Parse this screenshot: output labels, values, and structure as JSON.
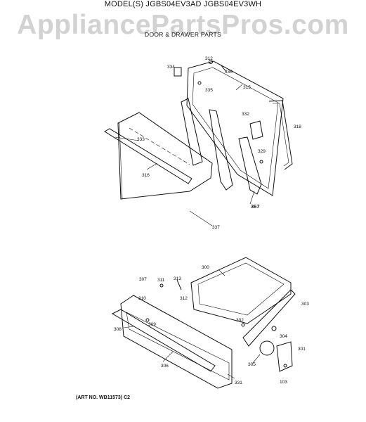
{
  "header": {
    "model_line": "MODEL(S) JGBS04EV3AD  JGBS04EV3WH",
    "watermark": "AppliancePartsPros.com",
    "section_title": "DOOR & DRAWER PARTS"
  },
  "footer": {
    "art_no": "(ART NO. WB11573) C2"
  },
  "callouts": {
    "c334": "334",
    "c312": "312",
    "c336": "336",
    "c335": "335",
    "c315": "315",
    "c332": "332",
    "c318": "318",
    "c333": "333",
    "c329": "329",
    "c316": "316",
    "c367": "367",
    "c337": "337",
    "c300": "300",
    "c307": "307",
    "c311": "311",
    "c313": "313",
    "c310": "310",
    "c312b": "312",
    "c309": "309",
    "c303": "303",
    "c308": "308",
    "c302": "302",
    "c304": "304",
    "c301": "301",
    "c305": "305",
    "c306": "306",
    "c331": "331",
    "c103": "103"
  }
}
